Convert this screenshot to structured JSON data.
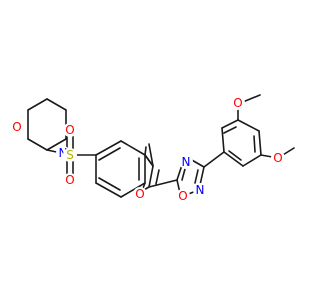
{
  "molecule": {
    "atoms": {
      "morpholine_O": "O",
      "morpholine_N": "N",
      "sulfonyl_S": "S",
      "sulfonyl_O_top": "O",
      "sulfonyl_O_bottom": "O",
      "furan_O": "O",
      "oxadiazole_N_top": "N",
      "oxadiazole_N_bottom": "N",
      "oxadiazole_O": "O",
      "methoxy_O_top": "O",
      "methoxy_O_right": "O"
    },
    "colors": {
      "bond": "#1a1a1a",
      "oxygen": "#ff0000",
      "nitrogen": "#0000ff",
      "sulfur": "#b2b200"
    }
  }
}
